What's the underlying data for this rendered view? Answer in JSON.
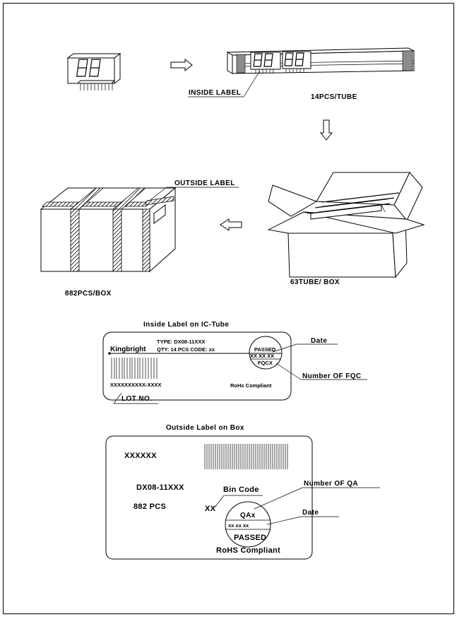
{
  "process": {
    "inside_label": "INSIDE LABEL",
    "tube_qty": "14PCS/TUBE",
    "outside_label": "OUTSIDE LABEL",
    "box_tube_qty": "63TUBE/ BOX",
    "box_pcs_qty": "882PCS/BOX"
  },
  "inside_label_card": {
    "title": "Inside Label on IC-Tube",
    "brand": "Kingbright",
    "type_line": "TYPE:  DX08-11XXX",
    "qty_line": "QTY:  14  PCS   CODE:  xx",
    "stamp_top": "PASSED",
    "stamp_mid": "XX  XX  XX",
    "stamp_bottom": "FQCX",
    "serial": "XXXXXXXXXX-XXXX",
    "rohs": "RoHs  Compliant",
    "callout_date": "Date",
    "callout_fqc": "Number  OF  FQC",
    "callout_lot": "LOT  NO."
  },
  "outside_label_card": {
    "title": "Outside  Label  on  Box",
    "code": "XXXXXX",
    "part": "DX08-11XXX",
    "qty": "882    PCS",
    "bin_value": "XX",
    "bin_code": "Bin  Code",
    "stamp_top": "QAx",
    "stamp_mid": "xx    xx    xx",
    "stamp_bottom": "PASSED",
    "rohs": "RoHS  Compliant",
    "callout_qa": "Number  OF  QA",
    "callout_date": "Date"
  }
}
